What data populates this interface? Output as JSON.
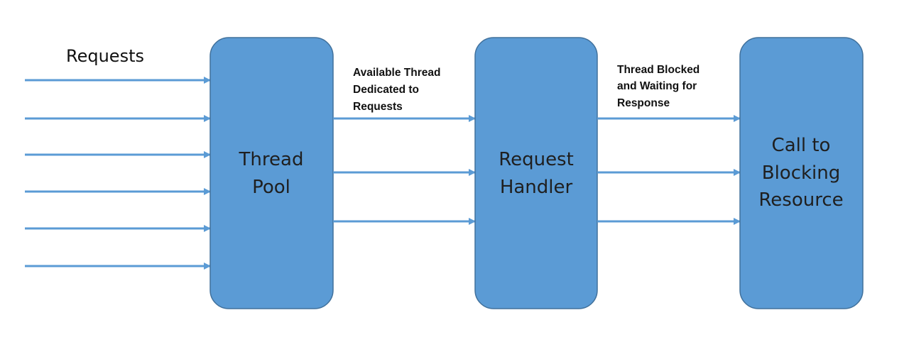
{
  "diagram": {
    "requests_label": "Requests",
    "boxes": [
      {
        "id": "thread-pool",
        "lines": [
          "Thread",
          "Pool"
        ]
      },
      {
        "id": "request-handler",
        "lines": [
          "Request",
          "Handler"
        ]
      },
      {
        "id": "blocking-resource",
        "lines": [
          "Call to",
          "Blocking",
          "Resource"
        ]
      }
    ],
    "edge_labels": [
      {
        "id": "available-thread",
        "lines": [
          "Available Thread",
          "Dedicated to",
          "Requests"
        ]
      },
      {
        "id": "thread-blocked",
        "lines": [
          "Thread Blocked",
          "and Waiting for",
          "Response"
        ]
      }
    ],
    "colors": {
      "box_fill": "#5b9bd5",
      "box_stroke": "#41719c",
      "arrow": "#5b9bd5"
    }
  }
}
